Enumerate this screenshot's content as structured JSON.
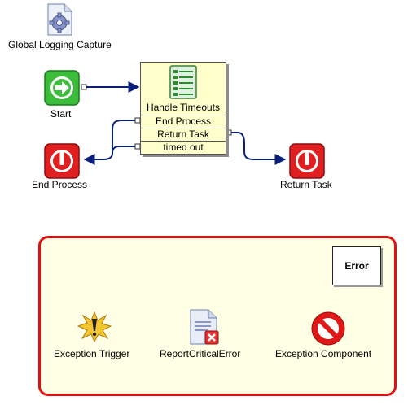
{
  "nodes": {
    "global_logging": {
      "label": "Global Logging Capture",
      "icon": "gear-document-icon"
    },
    "start": {
      "label": "Start",
      "icon": "start-arrow-icon"
    },
    "handle_timeouts": {
      "label": "Handle Timeouts",
      "icon": "document-list-icon",
      "outputs": [
        "End Process",
        "Return Task",
        "timed out"
      ]
    },
    "end_process": {
      "label": "End Process",
      "icon": "stop-icon"
    },
    "return_task": {
      "label": "Return Task",
      "icon": "stop-icon"
    }
  },
  "error_section": {
    "title": "Error",
    "nodes": {
      "exception_trigger": {
        "label": "Exception Trigger",
        "icon": "exception-trigger-icon"
      },
      "report_critical_error": {
        "label": "ReportCriticalError",
        "icon": "document-error-icon"
      },
      "exception_component": {
        "label": "Exception Component",
        "icon": "no-entry-icon"
      }
    }
  },
  "colors": {
    "wire": "#0a1f7a",
    "task_fill": "#ffffcc",
    "error_border": "#e01010",
    "error_fill": "#ffffe5",
    "start_green": "#33b233",
    "stop_red": "#d81a1a"
  }
}
